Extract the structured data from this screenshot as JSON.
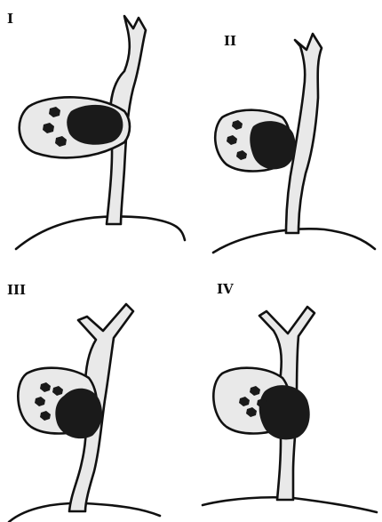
{
  "panels": [
    {
      "id": "panel-1",
      "label": "I"
    },
    {
      "id": "panel-2",
      "label": "II"
    },
    {
      "id": "panel-3",
      "label": "III"
    },
    {
      "id": "panel-4",
      "label": "IV"
    }
  ],
  "colors": {
    "ink": "#111111",
    "fill": "#e9e9e9",
    "stone": "#1a1a1a",
    "background": "#ffffff"
  }
}
